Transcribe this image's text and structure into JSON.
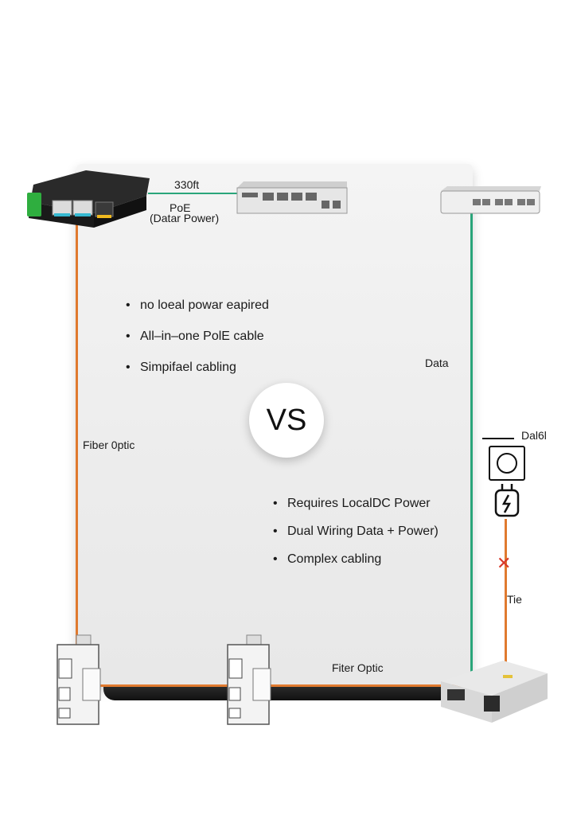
{
  "labels": {
    "distance": "330ft",
    "poe_title": "PoE",
    "poe_subtitle": "(Datar Power)",
    "data_right": "Data",
    "fiber_left": "Fiber 0ptic",
    "data_power_right": "Dal6l",
    "small_dash": "—",
    "tie": "Tie",
    "fiber_bottom": "Fiter Optic"
  },
  "poe_benefits": [
    "no loeal powar eapired",
    "All–in–one PolE cable",
    "Simpifael cabling"
  ],
  "local_power_drawbacks": [
    "Requires LocalDC Power",
    "Dual Wiring Data + Power)",
    "Complex cabling"
  ],
  "vs_badge": "VS",
  "icons": {
    "outlet": "power-outlet-icon",
    "plug": "power-plug-icon",
    "cross": "red-x-icon"
  },
  "colors": {
    "fiber_line": "#e07a2f",
    "data_line": "#2aa57a",
    "cross": "#d83a2a"
  }
}
